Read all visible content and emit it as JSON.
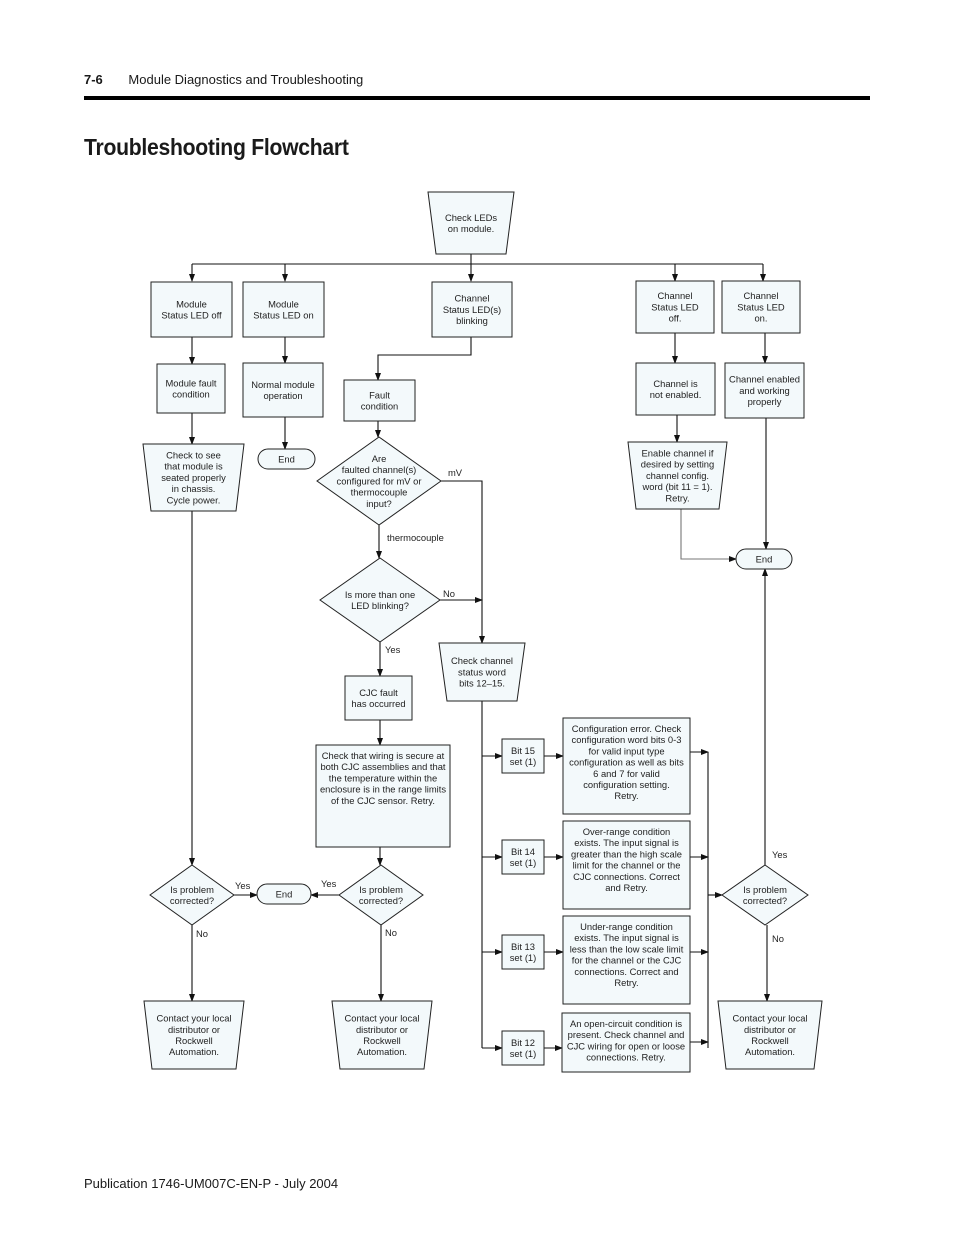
{
  "header": {
    "page_number": "7-6",
    "section": "Module Diagnostics and Troubleshooting"
  },
  "title": "Troubleshooting Flowchart",
  "footer": "Publication 1746-UM007C-EN-P - July 2004",
  "colors": {
    "node_fill": "#f3f9fb",
    "stroke": "#222222",
    "rule": "#000000"
  },
  "flowchart": {
    "nodes": {
      "start": {
        "type": "trapezoid",
        "lines": [
          "Check LEDs",
          "on module."
        ]
      },
      "mod_led_off": {
        "type": "process",
        "lines": [
          "Module",
          "Status LED off"
        ]
      },
      "mod_led_on": {
        "type": "process",
        "lines": [
          "Module",
          "Status LED on"
        ]
      },
      "ch_led_blink": {
        "type": "process",
        "lines": [
          "Channel",
          "Status LED(s)",
          "blinking"
        ]
      },
      "ch_led_off": {
        "type": "process",
        "lines": [
          "Channel",
          "Status LED",
          "off."
        ]
      },
      "ch_led_on": {
        "type": "process",
        "lines": [
          "Channel",
          "Status LED",
          "on."
        ]
      },
      "mod_fault": {
        "type": "process",
        "lines": [
          "Module fault",
          "condition"
        ]
      },
      "normal_op": {
        "type": "process",
        "lines": [
          "Normal module",
          "operation"
        ]
      },
      "fault_cond": {
        "type": "process",
        "lines": [
          "Fault",
          "condition"
        ]
      },
      "ch_not_enabled": {
        "type": "process",
        "lines": [
          "Channel is",
          "not enabled."
        ]
      },
      "ch_working": {
        "type": "process",
        "lines": [
          "Channel enabled",
          "and working",
          "properly"
        ]
      },
      "check_seated": {
        "type": "trapezoid",
        "lines": [
          "Check to see",
          "that module is",
          "seated properly",
          "in chassis.",
          "Cycle power."
        ]
      },
      "end_normal": {
        "type": "terminal",
        "lines": [
          "End"
        ]
      },
      "q_input_type": {
        "type": "decision",
        "lines": [
          "Are",
          "faulted channel(s)",
          "configured for mV or",
          "thermocouple",
          "input?"
        ]
      },
      "enable_channel": {
        "type": "trapezoid",
        "lines": [
          "Enable channel if",
          "desired by setting",
          "channel config.",
          "word (bit 11 = 1).",
          "Retry."
        ]
      },
      "end_channel": {
        "type": "terminal",
        "lines": [
          "End"
        ]
      },
      "q_multi_led": {
        "type": "decision",
        "lines": [
          "Is more than one",
          "LED blinking?"
        ]
      },
      "cjc_fault": {
        "type": "process",
        "lines": [
          "CJC fault",
          "has occurred"
        ]
      },
      "check_status_word": {
        "type": "trapezoid",
        "lines": [
          "Check channel",
          "status word",
          "bits 12–15."
        ]
      },
      "check_cjc_wiring": {
        "type": "process",
        "lines": [
          "Check that wiring is secure at",
          "both CJC assemblies and that",
          "the temperature within the",
          "enclosure is in the range limits",
          "of the CJC sensor. Retry."
        ]
      },
      "bit15": {
        "type": "process",
        "lines": [
          "Bit 15",
          "set (1)"
        ]
      },
      "bit14": {
        "type": "process",
        "lines": [
          "Bit 14",
          "set (1)"
        ]
      },
      "bit13": {
        "type": "process",
        "lines": [
          "Bit 13",
          "set (1)"
        ]
      },
      "bit12": {
        "type": "process",
        "lines": [
          "Bit 12",
          "set (1)"
        ]
      },
      "cfg_error": {
        "type": "process",
        "lines": [
          "Configuration error. Check",
          "configuration word bits 0-3",
          "for valid input type",
          "configuration as well as bits",
          "6 and 7 for valid",
          "configuration setting.",
          "Retry."
        ]
      },
      "over_range": {
        "type": "process",
        "lines": [
          "Over-range condition",
          "exists.  The input signal is",
          "greater than the high scale",
          "limit for the channel or the",
          "CJC connections. Correct",
          "and Retry."
        ]
      },
      "under_range": {
        "type": "process",
        "lines": [
          "Under-range condition",
          "exists.  The input signal is",
          "less than the low scale limit",
          "for the channel or the CJC",
          "connections. Correct and",
          "Retry."
        ]
      },
      "open_circuit": {
        "type": "process",
        "lines": [
          "An open-circuit condition is",
          "present. Check channel and",
          "CJC wiring for open or loose",
          "connections.  Retry."
        ]
      },
      "q_corrected_1": {
        "type": "decision",
        "lines": [
          "Is problem",
          "corrected?"
        ]
      },
      "end_mid": {
        "type": "terminal",
        "lines": [
          "End"
        ]
      },
      "q_corrected_2": {
        "type": "decision",
        "lines": [
          "Is problem",
          "corrected?"
        ]
      },
      "q_corrected_3": {
        "type": "decision",
        "lines": [
          "Is problem",
          "corrected?"
        ]
      },
      "contact_1": {
        "type": "trapezoid",
        "lines": [
          "Contact your local",
          "distributor or",
          "Rockwell",
          "Automation."
        ]
      },
      "contact_2": {
        "type": "trapezoid",
        "lines": [
          "Contact your local",
          "distributor or",
          "Rockwell",
          "Automation."
        ]
      },
      "contact_3": {
        "type": "trapezoid",
        "lines": [
          "Contact your local",
          "distributor or",
          "Rockwell",
          "Automation."
        ]
      }
    },
    "edge_labels": {
      "mv": "mV",
      "thermocouple": "thermocouple",
      "multi_no": "No",
      "multi_yes": "Yes",
      "q1_yes": "Yes",
      "q1_no": "No",
      "q2_yes": "Yes",
      "q2_no": "No",
      "q3_yes": "Yes",
      "q3_no": "No"
    }
  }
}
